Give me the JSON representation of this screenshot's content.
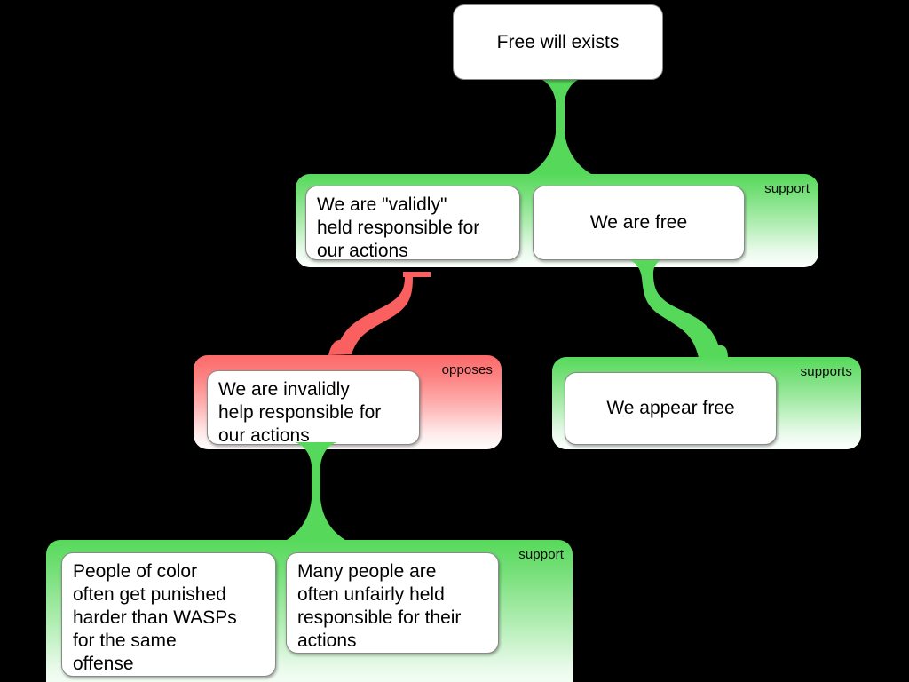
{
  "diagram": {
    "type": "argument-map",
    "title_node": "Free will exists",
    "background_color": "#000000",
    "support_color": "#56d95a",
    "oppose_color": "#fc6a6a",
    "card_color": "#ffffff"
  },
  "nodes": {
    "root": {
      "text": "Free will exists"
    },
    "level2_group": {
      "relation_label": "support",
      "relation_type": "support",
      "cards": [
        {
          "text": "We are \"validly\"\nheld responsible for\nour actions",
          "align": "topleft"
        },
        {
          "text": "We are free",
          "align": "center"
        }
      ]
    },
    "oppose_group": {
      "relation_label": "opposes",
      "relation_type": "oppose",
      "cards": [
        {
          "text": "We are invalidly\nhelp responsible for\nour actions",
          "align": "topleft"
        }
      ]
    },
    "supports_group": {
      "relation_label": "supports",
      "relation_type": "support",
      "cards": [
        {
          "text": "We appear free",
          "align": "center"
        }
      ]
    },
    "bottom_group": {
      "relation_label": "support",
      "relation_type": "support",
      "cards": [
        {
          "text": "People of color\noften get punished\nharder than WASPs\nfor the same\noffense",
          "align": "topleft"
        },
        {
          "text": "Many people are\noften unfairly held\nresponsible for their\nactions",
          "align": "topleft"
        }
      ]
    }
  }
}
